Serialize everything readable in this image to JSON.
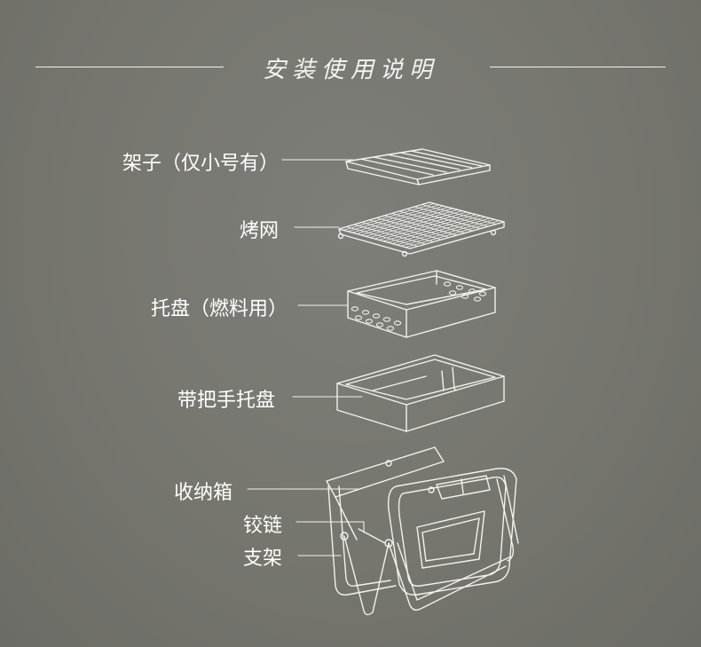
{
  "title": "安装使用说明",
  "parts": [
    {
      "id": "rack",
      "label": "架子（仅小号有）"
    },
    {
      "id": "grill",
      "label": "烤网"
    },
    {
      "id": "fuel-tray",
      "label": "托盘（燃料用）"
    },
    {
      "id": "handle-tray",
      "label": "带把手托盘"
    },
    {
      "id": "case",
      "label": "收纳箱"
    },
    {
      "id": "hinge",
      "label": "铰链"
    },
    {
      "id": "stand",
      "label": "支架"
    }
  ],
  "colors": {
    "background": "#76766f",
    "line": "#f2f2ee",
    "text": "#ffffff"
  }
}
